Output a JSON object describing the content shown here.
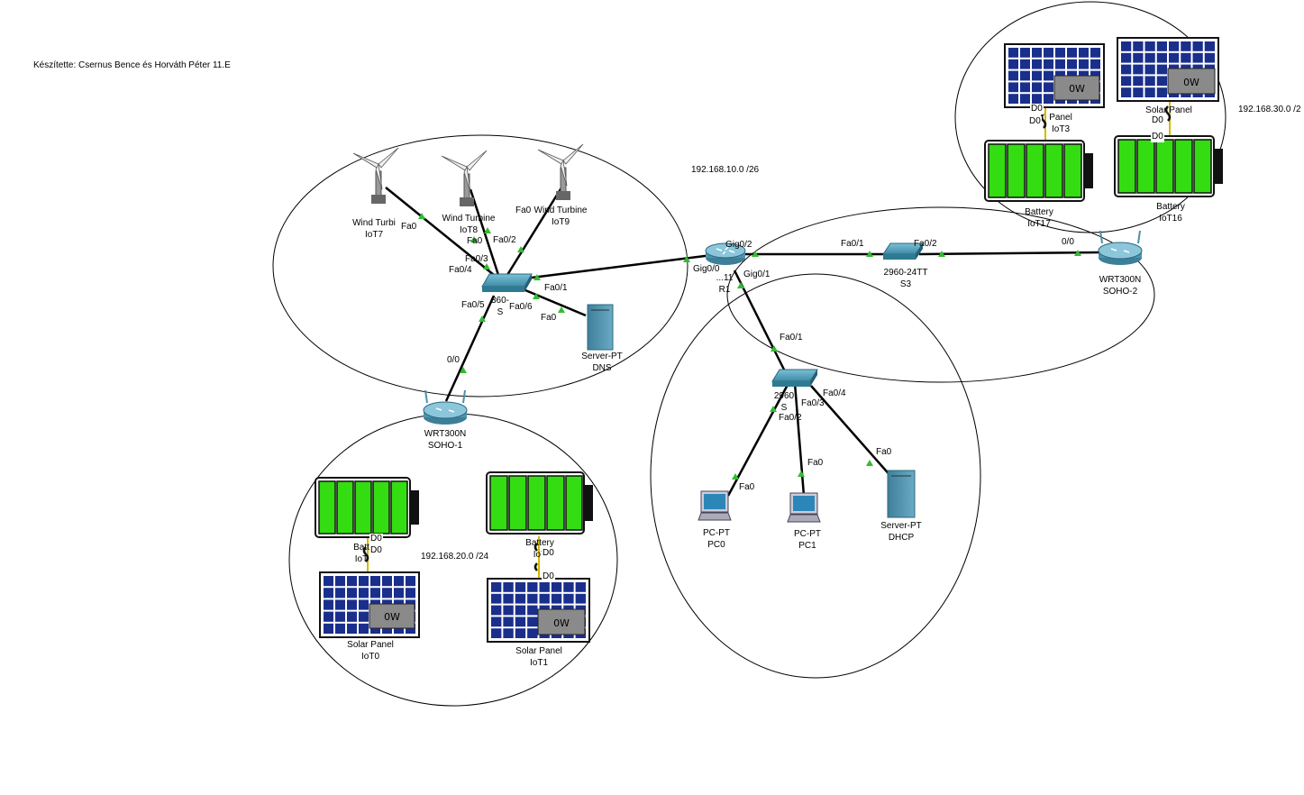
{
  "author_note": "Készítette: Csernus Bence és Horváth Péter 11.E",
  "networks": {
    "net10": "192.168.10.0 /26",
    "net20": "192.168.20.0 /24",
    "net30": "192.168.30.0 /2"
  },
  "devices": {
    "wind7": {
      "type": "Wind Turbi",
      "name": "IoT7"
    },
    "wind8": {
      "type": "Wind Turbine",
      "name": "IoT8"
    },
    "wind9": {
      "type": "Wind Turbine",
      "name": "IoT9"
    },
    "switch_s": {
      "type": "360-",
      "name": "S"
    },
    "dns": {
      "type": "Server-PT",
      "name": "DNS"
    },
    "soho1": {
      "type": "WRT300N",
      "name": "SOHO-1"
    },
    "r1": {
      "type": "...11",
      "name": "R1"
    },
    "s3": {
      "type": "2960-24TT",
      "name": "S3"
    },
    "soho2": {
      "type": "WRT300N",
      "name": "SOHO-2"
    },
    "sw2": {
      "type": "2960",
      "name": "S"
    },
    "pc0": {
      "type": "PC-PT",
      "name": "PC0"
    },
    "pc1": {
      "type": "PC-PT",
      "name": "PC1"
    },
    "dhcp": {
      "type": "Server-PT",
      "name": "DHCP"
    },
    "bat_left": {
      "type": "Batt",
      "name": "IoT"
    },
    "solar0": {
      "type": "Solar Panel",
      "name": "IoT0"
    },
    "bat_mid": {
      "type": "Battery",
      "name": "IoT"
    },
    "solar1": {
      "type": "Solar Panel",
      "name": "IoT1"
    },
    "solar3": {
      "type": "Panel",
      "name": "IoT3"
    },
    "solar_right": {
      "type": "Solar Panel",
      "name": ""
    },
    "bat17": {
      "type": "Battery",
      "name": "IoT17"
    },
    "bat16": {
      "type": "Battery",
      "name": "IoT16"
    }
  },
  "ports": {
    "fa0_w7": "Fa0",
    "fa0_w8": "Fa0",
    "fa0_w9": "Fa0",
    "fa02_s": "Fa0/2",
    "fa03_s": "Fa0/3",
    "fa04_s": "Fa0/4",
    "fa01_s": "Fa0/1",
    "fa05_s": "Fa0/5",
    "fa06_s": "Fa0/6",
    "fa0_dns": "Fa0",
    "p00_soho1": "0/0",
    "gig02": "Gig0/2",
    "gig00": "Gig0/0",
    "gig01": "Gig0/1",
    "fa01_s3": "Fa0/1",
    "fa02_s3": "Fa0/2",
    "p00_soho2": "0/0",
    "fa01_sw2": "Fa0/1",
    "fa04_sw2": "Fa0/4",
    "fa03_sw2": "Fa0/3",
    "fa02_sw2": "Fa0/2",
    "fa0_pc0": "Fa0",
    "fa0_pc1": "Fa0",
    "fa0_dhcp": "Fa0",
    "d0_a": "D0",
    "d0_b": "D0",
    "d0_c": "D0",
    "d0_d": "D0",
    "d0_e": "D0",
    "d0_f": "D0",
    "d0_g": "D0",
    "d0_h": "D0"
  },
  "power_readout": "0W",
  "colors": {
    "battery_fill": "#33dd11",
    "solar_cell": "#1a2f8c",
    "link": "#000000",
    "link_up": "#33bb33",
    "switch": "#4a9ab5",
    "router": "#6aa0b8"
  }
}
